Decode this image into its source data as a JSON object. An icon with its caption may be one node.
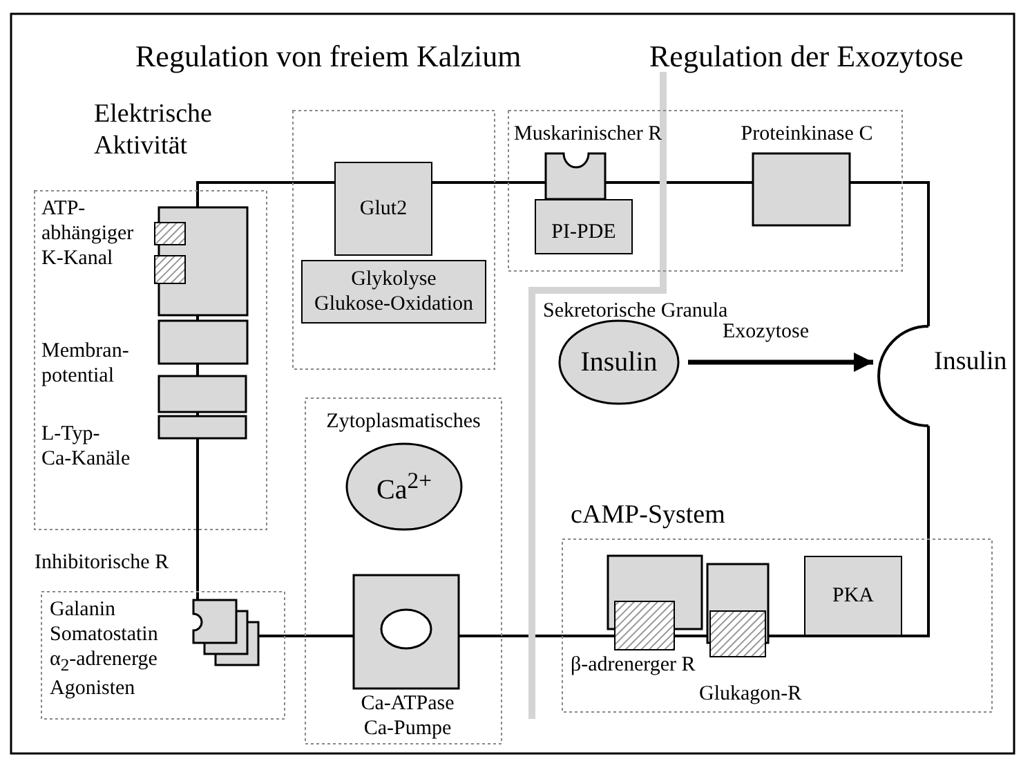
{
  "diagram": {
    "nodes": [
      {
        "text": [
          "Elektrische Aktivität",
          "Membran- potential"
        ]
      },
      {
        "text": [
          "ATP- abhängiger K-Kanal"
        ],
        "in": 0
      },
      {
        "text": [
          "L-Typ- Ca-Kanäle"
        ],
        "in": 0
      },
      {
        "text": [],
        "shape": "box"
      },
      {
        "text": [
          "Glut2"
        ],
        "in": 3
      },
      {
        "text": [
          "Glykolyse Glukose-Oxidation"
        ],
        "in": 3
      },
      {
        "text": [],
        "shape": "box"
      },
      {
        "text": [
          "Muskarinischer R"
        ],
        "in": 6
      },
      {
        "text": [
          "PI-PDE"
        ],
        "in": 6
      },
      {
        "text": [
          "Proteinkinase C"
        ],
        "in": 6
      },
      {
        "text": [
          "Insulin"
        ]
      },
      {
        "text": [
          "Insulin"
        ]
      },
      {
        "text": [
          "Zytoplasmatisches"
        ]
      },
      {
        "text": [
          "Ca$^{2+}$"
        ],
        "in": 12
      },
      {
        "text": [
          "Ca-ATPase Ca-Pumpe"
        ],
        "in": 12
      },
      {
        "text": [
          "Inhibitorische R",
          "Galanin Somatostatin α$_{2}$-adrenerge Agonisten"
        ]
      },
      {
        "text": [],
        "shape": "box",
        "in": 15
      },
      {
        "text": [
          "cAMP-System"
        ]
      },
      {
        "text": [
          "β-adrenerger R"
        ],
        "in": 17
      },
      {
        "text": [
          "Glukagon-R"
        ],
        "in": 17
      },
      {
        "text": [
          "PKA"
        ],
        "in": 17
      }
    ],
    "edges": [
      {
        "from": 10,
        "to": 11,
        "arrow": "to",
        "label": "Exozytose"
      }
    ],
    "labels": [
      "Regulation von freiem Kalzium",
      "Regulation der Exozytose",
      "Sekretorische Granula"
    ]
  }
}
